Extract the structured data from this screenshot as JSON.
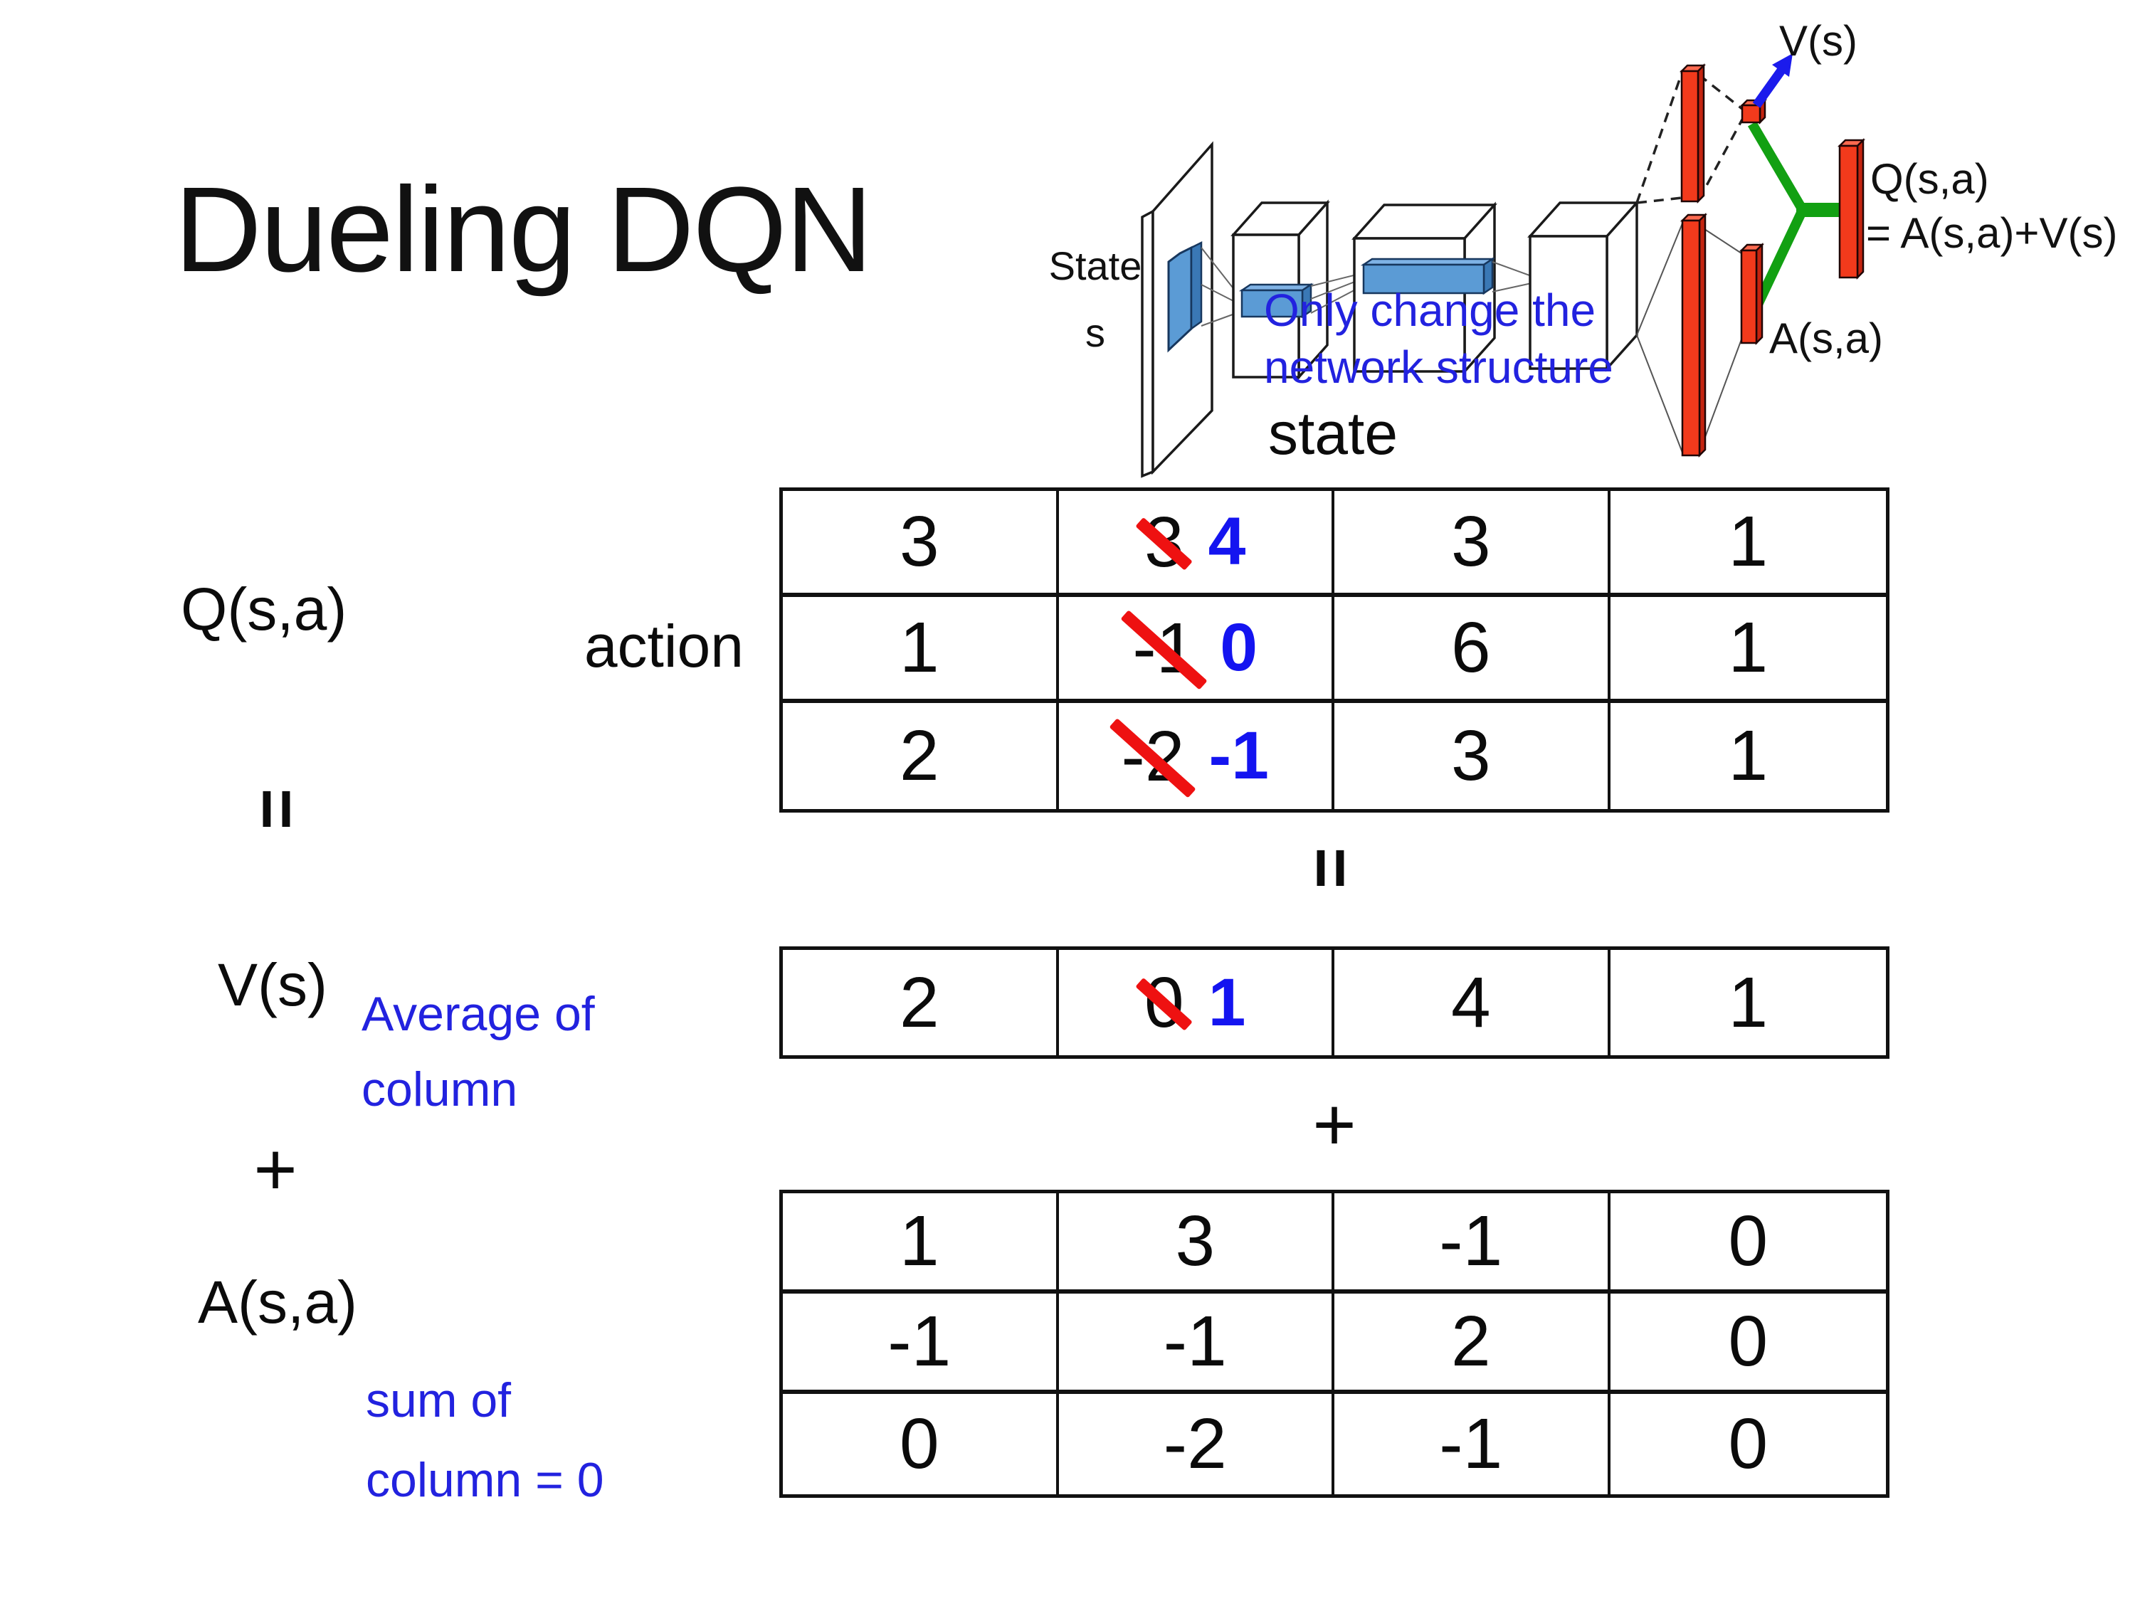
{
  "title": "Dueling DQN",
  "diagram": {
    "state_line1": "State",
    "state_line2": "s",
    "note_line1": "Only change the",
    "note_line2": "network structure",
    "v_out_label": "V(s)",
    "q_out_line1": "Q(s,a)",
    "q_out_line2": "= A(s,a)+V(s)",
    "a_out_label": "A(s,a)"
  },
  "matrix": {
    "q_label": "Q(s,a)",
    "equals_left": "=",
    "equals_center": "=",
    "plus_left": "+",
    "plus_center": "+",
    "action_label": "action",
    "state_header": "state",
    "v_label": "V(s)",
    "avg_line1": "Average of",
    "avg_line2": "column",
    "a_label": "A(s,a)",
    "sum_line1": "sum of",
    "sum_line2": "column = 0"
  },
  "tables": {
    "q": {
      "rows": [
        [
          {
            "v": "3"
          },
          {
            "old": "3",
            "new": "4"
          },
          {
            "v": "3"
          },
          {
            "v": "1"
          }
        ],
        [
          {
            "v": "1"
          },
          {
            "old": "-1",
            "new": "0"
          },
          {
            "v": "6"
          },
          {
            "v": "1"
          }
        ],
        [
          {
            "v": "2"
          },
          {
            "old": "-2",
            "new": "-1"
          },
          {
            "v": "3"
          },
          {
            "v": "1"
          }
        ]
      ]
    },
    "v": {
      "rows": [
        [
          {
            "v": "2"
          },
          {
            "old": "0",
            "new": "1"
          },
          {
            "v": "4"
          },
          {
            "v": "1"
          }
        ]
      ]
    },
    "a": {
      "rows": [
        [
          {
            "v": "1"
          },
          {
            "v": "3"
          },
          {
            "v": "-1"
          },
          {
            "v": "0"
          }
        ],
        [
          {
            "v": "-1"
          },
          {
            "v": "-1"
          },
          {
            "v": "2"
          },
          {
            "v": "0"
          }
        ],
        [
          {
            "v": "0"
          },
          {
            "v": "-2"
          },
          {
            "v": "-1"
          },
          {
            "v": "0"
          }
        ]
      ]
    }
  },
  "colors": {
    "annotation_blue": "#2222DF",
    "correction_blue": "#1414f0",
    "slash_red": "#ee1111",
    "bar_red": "#f23a1c",
    "bar_red_dark": "#c42410",
    "bar_red_light": "#fb6a50",
    "link_green": "#12a012",
    "filter_blue": "#5b9bd5",
    "filter_blue_light": "#7fb2e5",
    "filter_blue_dark": "#3a78b5"
  }
}
